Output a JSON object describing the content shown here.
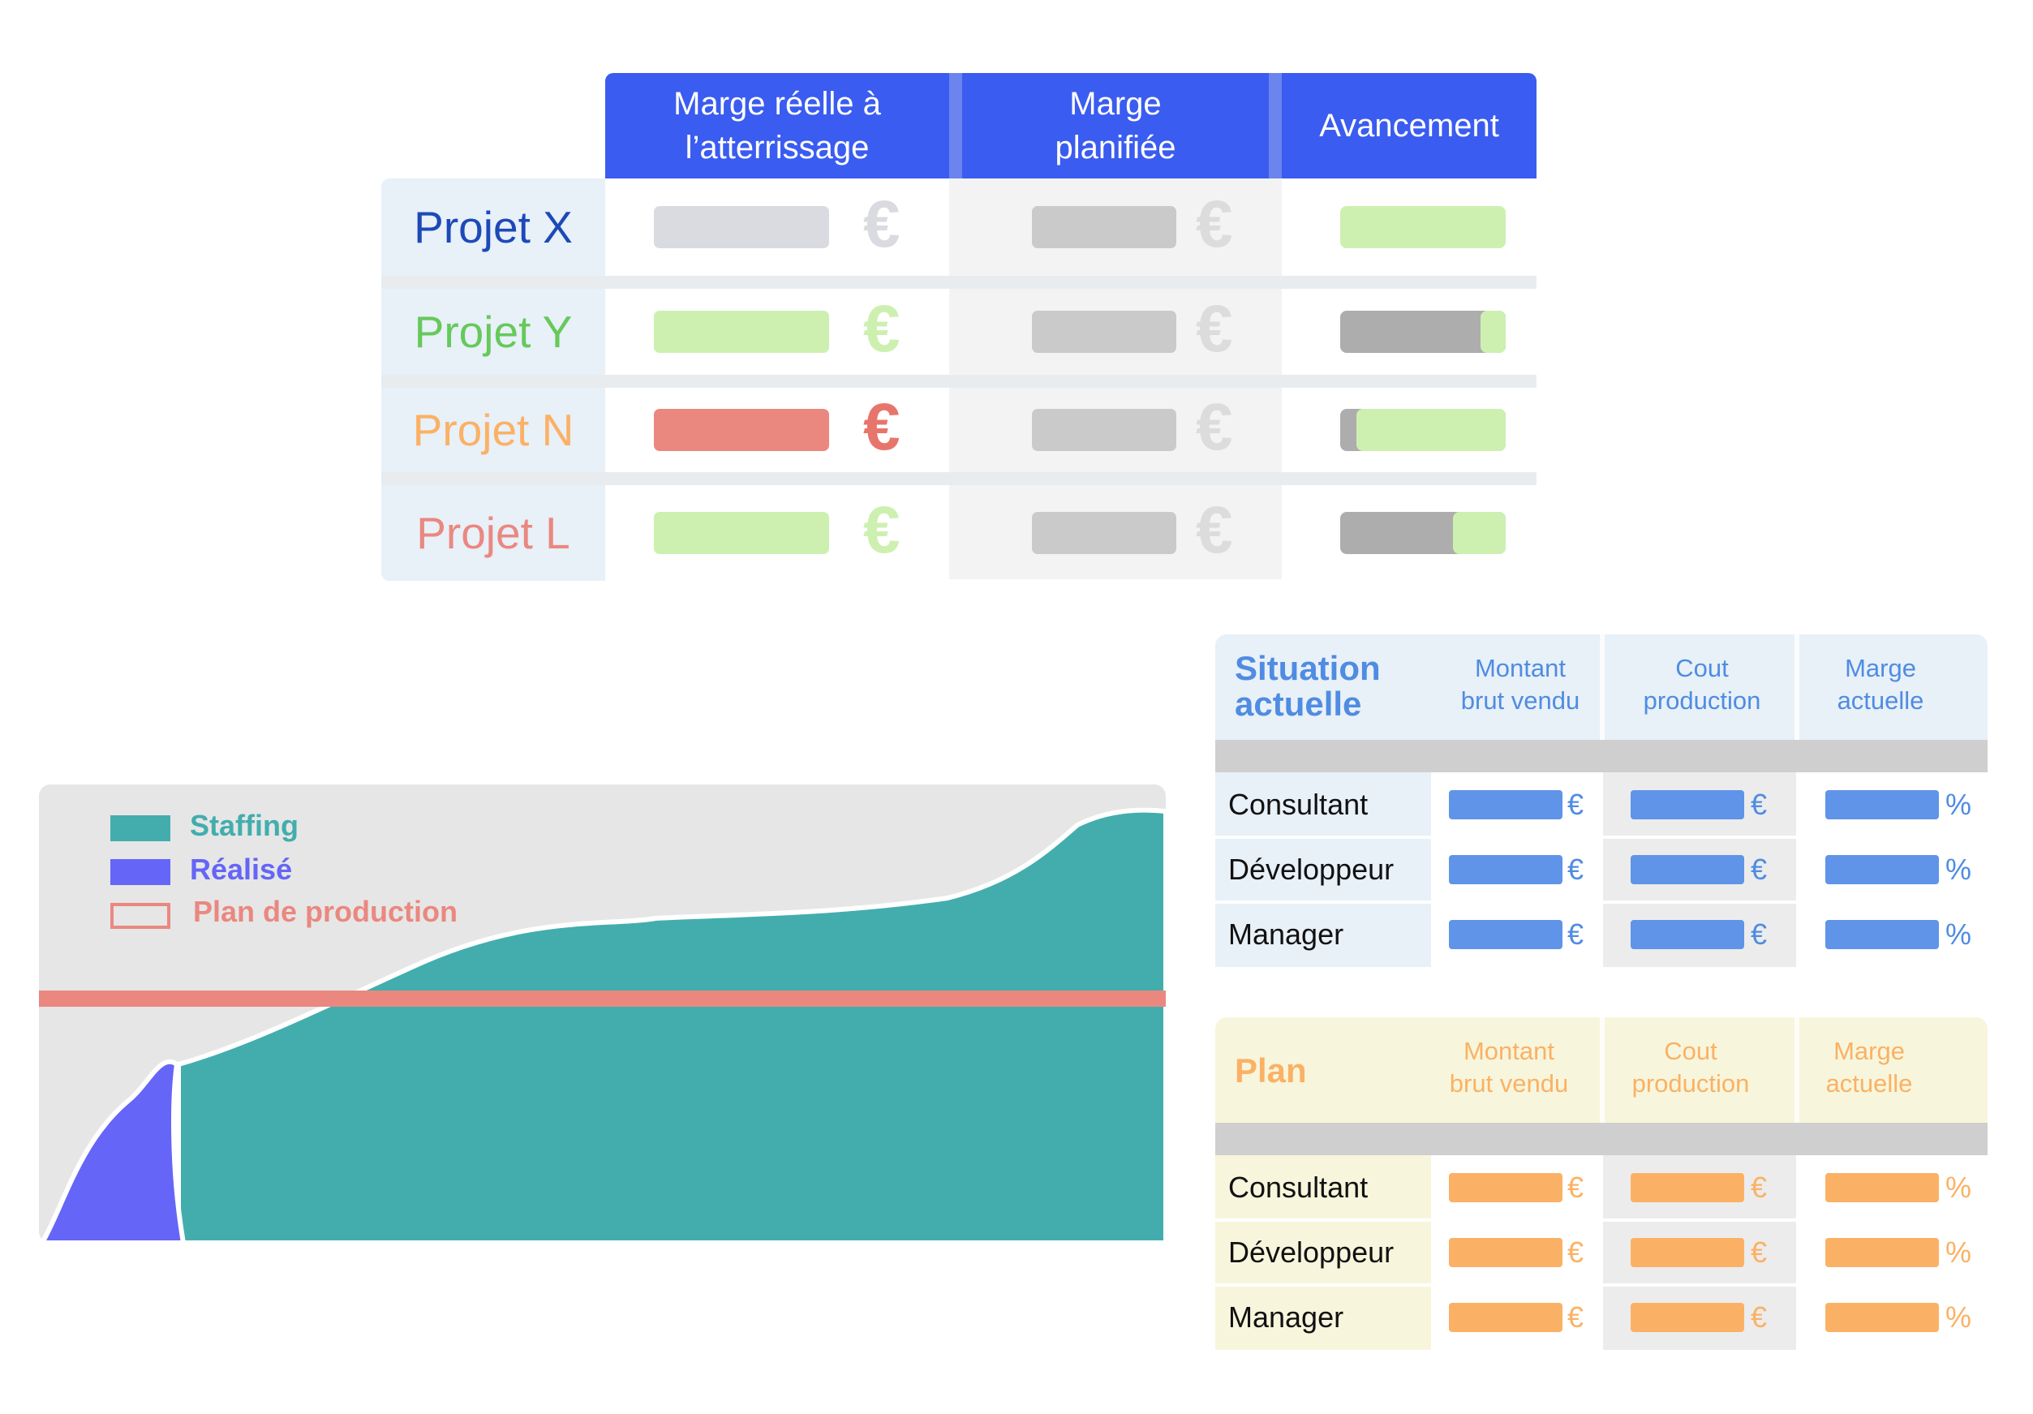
{
  "top_table": {
    "headers": [
      "Marge réelle à\nl’atterrissage",
      "Marge\nplanifiée",
      "Avancement"
    ],
    "rows": [
      {
        "label": "Projet X",
        "label_color": "#1d49b8",
        "reelle_color": "#dadbe0",
        "euro_color": "#dadbe0",
        "avancement": 1.0
      },
      {
        "label": "Projet Y",
        "label_color": "#66c95a",
        "reelle_color": "#cdf0b1",
        "euro_color": "#cdf0b1",
        "avancement": 0.15
      },
      {
        "label": "Projet N",
        "label_color": "#fbb165",
        "reelle_color": "#ea8880",
        "euro_color": "#e8756b",
        "avancement": 0.9
      },
      {
        "label": "Projet L",
        "label_color": "#ea8880",
        "reelle_color": "#cdf0b1",
        "euro_color": "#cdf0b1",
        "avancement": 0.32
      }
    ],
    "currency_symbol": "€",
    "planned_bar_color": "#cacaca",
    "planned_euro_color": "#dcdcdc"
  },
  "chart": {
    "legend": [
      {
        "label": "Staffing",
        "color": "#43adad",
        "style": "fill"
      },
      {
        "label": "Réalisé",
        "color": "#6565f7",
        "style": "fill"
      },
      {
        "label": "Plan de production",
        "color": "#ea8880",
        "style": "outline"
      }
    ],
    "background": "#e6e6e6"
  },
  "situation": {
    "title": "Situation\nactuelle",
    "title_color": "#4f8ce2",
    "columns": [
      "Montant\nbrut vendu",
      "Cout\nproduction",
      "Marge\nactuelle"
    ],
    "column_color": "#4f8ce2",
    "rows": [
      "Consultant",
      "Développeur",
      "Manager"
    ],
    "symbols": [
      "€",
      "€",
      "%"
    ],
    "bar_color": "#5f94e8",
    "symbol_color": "#4f8ce2",
    "header_bg": "#e8f0f8"
  },
  "plan": {
    "title": "Plan",
    "title_color": "#fbb165",
    "columns": [
      "Montant\nbrut vendu",
      "Cout\nproduction",
      "Marge\nactuelle"
    ],
    "column_color": "#fbb165",
    "rows": [
      "Consultant",
      "Développeur",
      "Manager"
    ],
    "symbols": [
      "€",
      "€",
      "%"
    ],
    "bar_color": "#fbb165",
    "symbol_color": "#fbb165",
    "header_bg": "#f7f6dc"
  }
}
